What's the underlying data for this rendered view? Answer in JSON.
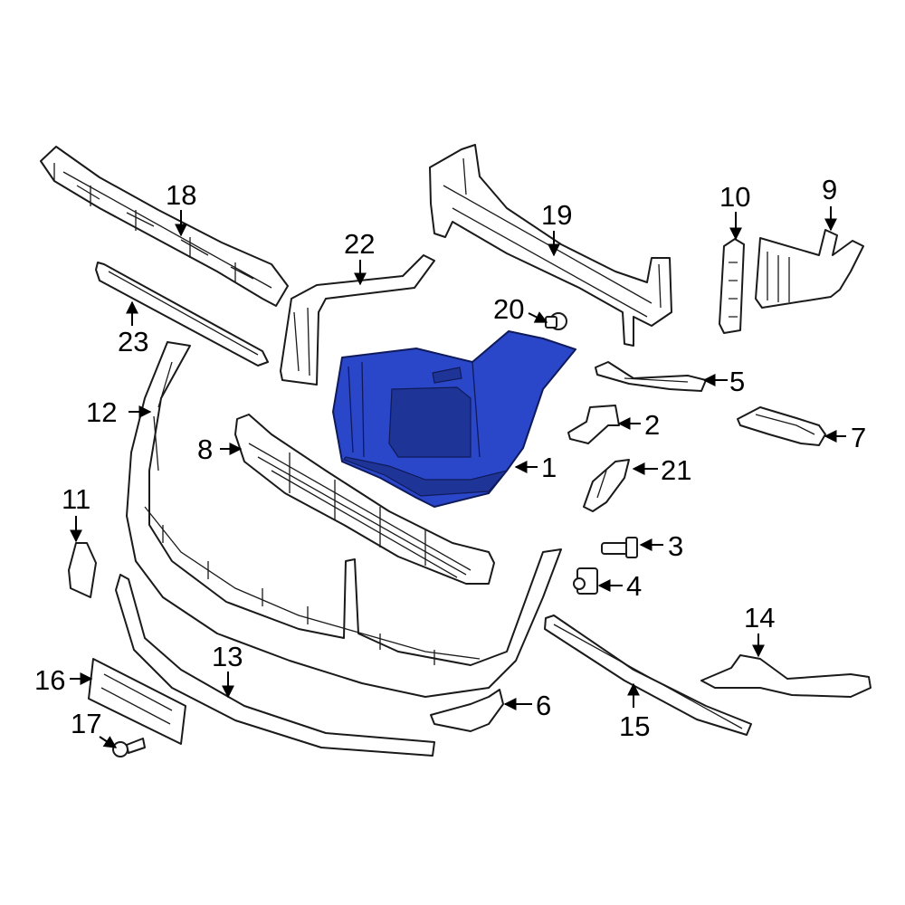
{
  "diagram": {
    "highlight_color": "#2b47c9",
    "line_color": "#1a1a1a",
    "callouts": [
      {
        "id": "c1",
        "number": "1"
      },
      {
        "id": "c2",
        "number": "2"
      },
      {
        "id": "c3",
        "number": "3"
      },
      {
        "id": "c4",
        "number": "4"
      },
      {
        "id": "c5",
        "number": "5"
      },
      {
        "id": "c6",
        "number": "6"
      },
      {
        "id": "c7",
        "number": "7"
      },
      {
        "id": "c8",
        "number": "8"
      },
      {
        "id": "c9",
        "number": "9"
      },
      {
        "id": "c10",
        "number": "10"
      },
      {
        "id": "c11",
        "number": "11"
      },
      {
        "id": "c12",
        "number": "12"
      },
      {
        "id": "c13",
        "number": "13"
      },
      {
        "id": "c14",
        "number": "14"
      },
      {
        "id": "c15",
        "number": "15"
      },
      {
        "id": "c16",
        "number": "16"
      },
      {
        "id": "c17",
        "number": "17"
      },
      {
        "id": "c18",
        "number": "18"
      },
      {
        "id": "c19",
        "number": "19"
      },
      {
        "id": "c20",
        "number": "20"
      },
      {
        "id": "c21",
        "number": "21"
      },
      {
        "id": "c22",
        "number": "22"
      },
      {
        "id": "c23",
        "number": "23"
      }
    ]
  }
}
